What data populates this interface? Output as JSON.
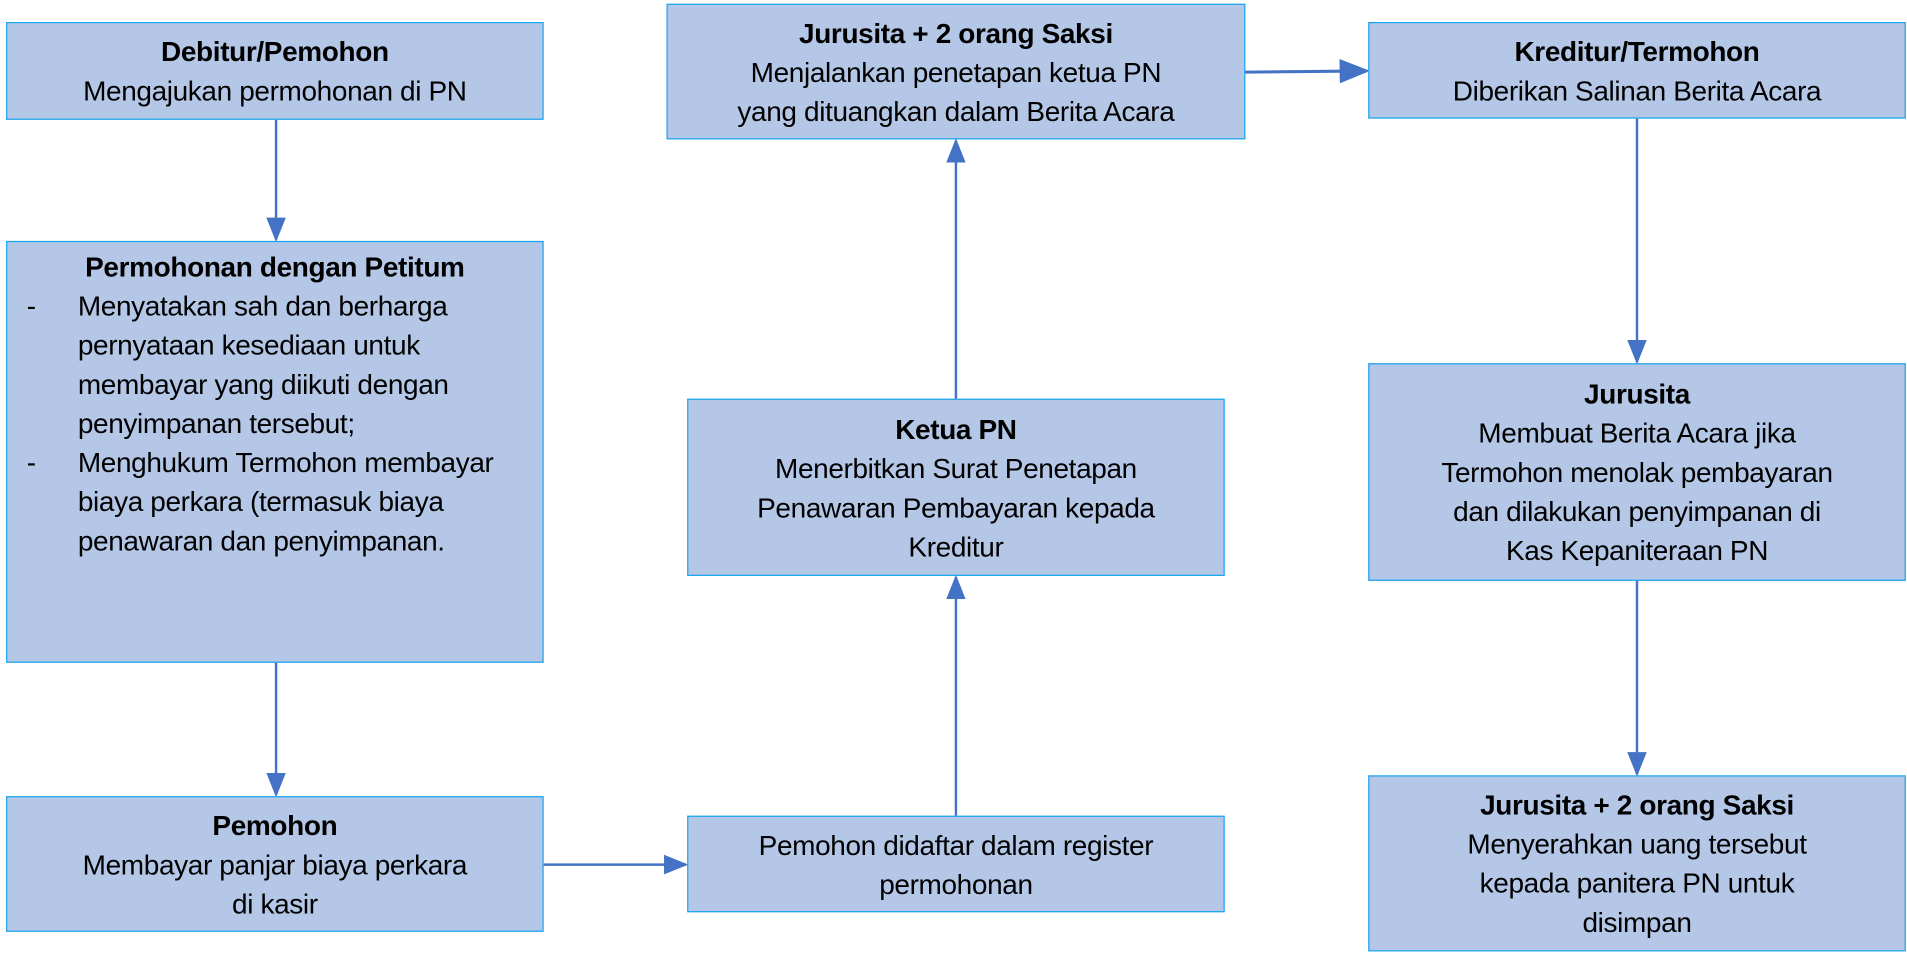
{
  "nodes": {
    "debitur": {
      "title": "Debitur/Pemohon",
      "lines": [
        "Mengajukan permohonan di PN"
      ]
    },
    "permohonan": {
      "title": "Permohonan dengan Petitum",
      "bullet": "-",
      "items": [
        "Menyatakan sah dan berharga pernyataan kesediaan untuk membayar yang diikuti dengan penyimpanan tersebut;",
        "Menghukum Termohon membayar biaya perkara (termasuk biaya penawaran dan penyimpanan."
      ]
    },
    "pemohon": {
      "title": "Pemohon",
      "lines": [
        "Membayar panjar biaya perkara",
        "di kasir"
      ]
    },
    "register": {
      "lines": [
        "Pemohon didaftar dalam register",
        "permohonan"
      ]
    },
    "ketua": {
      "title": "Ketua PN",
      "lines": [
        "Menerbitkan Surat Penetapan",
        "Penawaran Pembayaran kepada",
        "Kreditur"
      ]
    },
    "jurusita_saksi_top": {
      "title": "Jurusita + 2 orang Saksi",
      "lines": [
        "Menjalankan penetapan ketua PN",
        "yang dituangkan dalam Berita Acara"
      ]
    },
    "kreditur": {
      "title": "Kreditur/Termohon",
      "lines": [
        "Diberikan Salinan Berita Acara"
      ]
    },
    "jurusita": {
      "title": "Jurusita",
      "lines": [
        "Membuat Berita Acara jika",
        "Termohon menolak pembayaran",
        "dan dilakukan penyimpanan di",
        "Kas Kepaniteraan PN"
      ]
    },
    "jurusita_saksi_bottom": {
      "title": "Jurusita + 2 orang Saksi",
      "lines": [
        "Menyerahkan uang tersebut",
        "kepada panitera PN untuk",
        "disimpan"
      ]
    }
  },
  "colors": {
    "box_fill": "#b4c7e7",
    "box_border": "#1aa6ee",
    "arrow": "#4472c4"
  }
}
